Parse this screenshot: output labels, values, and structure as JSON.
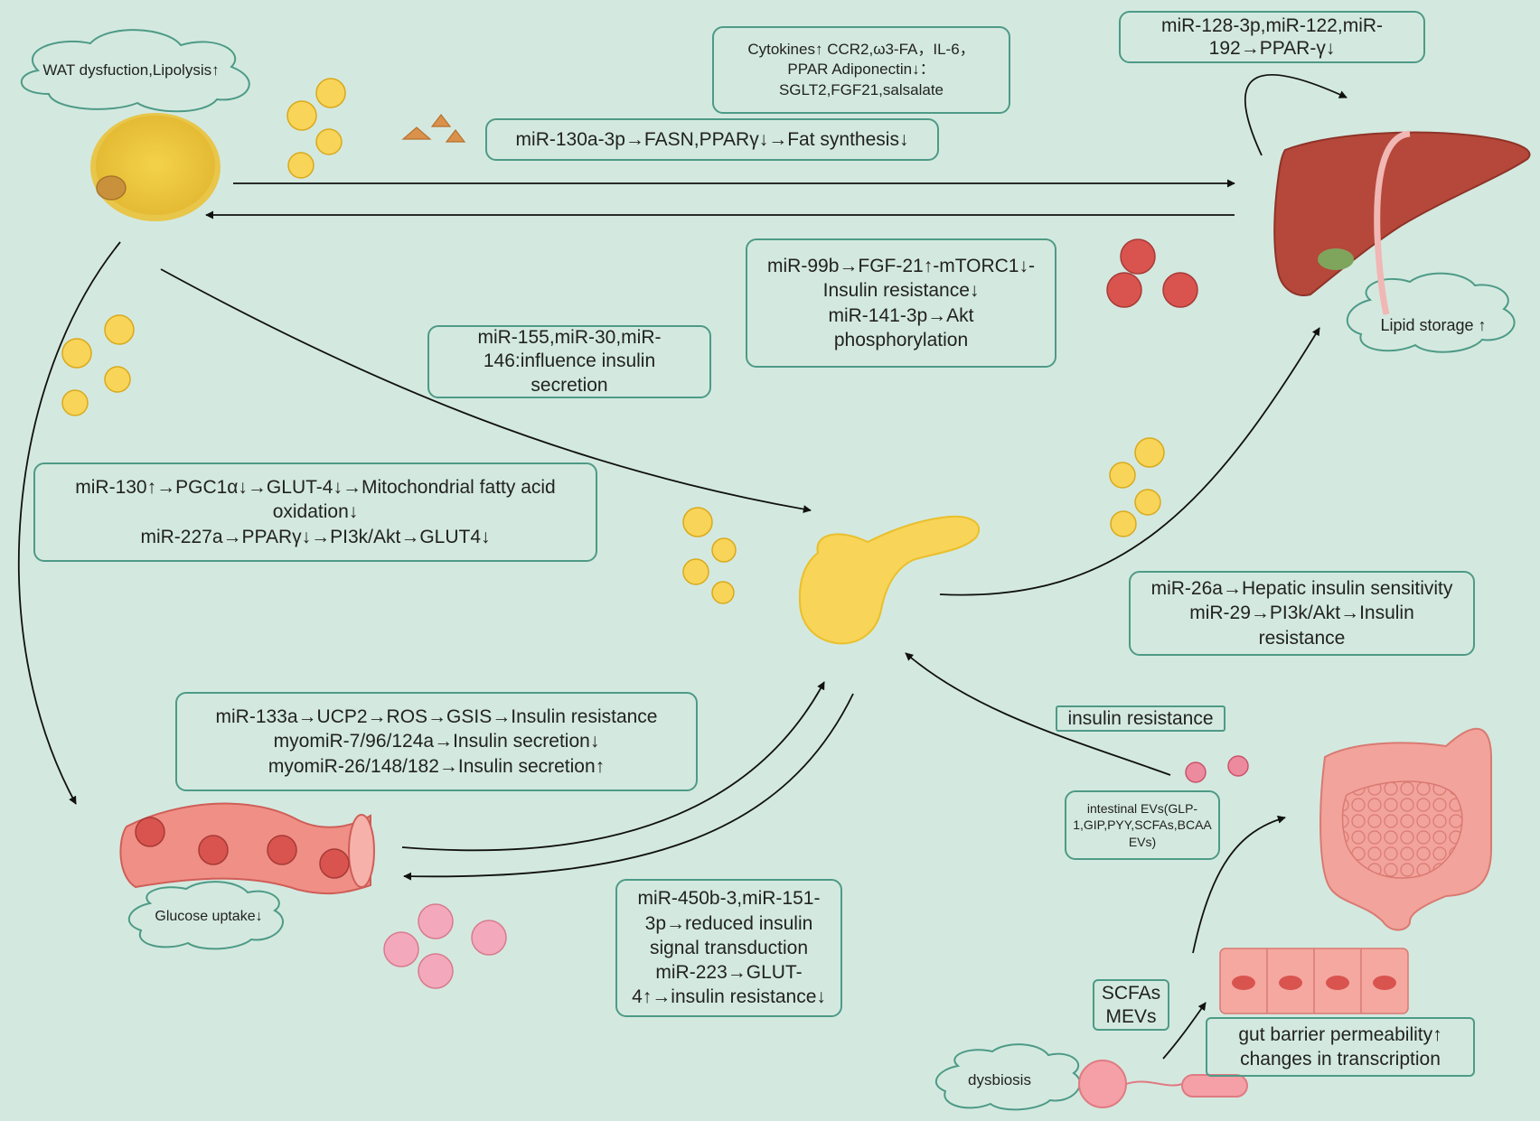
{
  "clouds": {
    "wat": "WAT dysfuction,Lipolysis↑",
    "lipid": "Lipid storage ↑",
    "glucose": "Glucose uptake↓",
    "dysbiosis": "dysbiosis"
  },
  "boxes": {
    "cytokines": [
      "Cytokines↑ CCR2,ω3-FA，IL-6，",
      "PPAR Adiponectin↓：",
      "SGLT2,FGF21,salsalate"
    ],
    "mir128": [
      "miR-128-3p,miR-122,miR-",
      "192→PPAR-γ↓"
    ],
    "mir130a": [
      "miR-130a-3p→FASN,PPARγ↓→Fat synthesis↓"
    ],
    "mir99b": [
      "miR-99b→FGF-21↑-mTORC1↓-",
      "Insulin resistance↓",
      "miR-141-3p→Akt",
      "phosphorylation"
    ],
    "mir155": [
      "miR-155,miR-30,miR-",
      "146:influence insulin",
      "secretion"
    ],
    "mir130": [
      "miR-130↑→PGC1α↓→GLUT-4↓→Mitochondrial fatty acid",
      "oxidation↓",
      "miR-227a→PPARγ↓→PI3k/Akt→GLUT4↓"
    ],
    "mir26a": [
      "miR-26a→Hepatic insulin sensitivity",
      "miR-29→PI3k/Akt→Insulin",
      "resistance"
    ],
    "insulin_resistance": [
      "insulin resistance"
    ],
    "intestinal_evs": [
      "intestinal EVs(GLP-",
      "1,GIP,PYY,SCFAs,BCAA",
      "EVs)"
    ],
    "mir133a": [
      "miR-133a→UCP2→ROS→GSIS→Insulin resistance",
      "myomiR-7/96/124a→Insulin secretion↓",
      "myomiR-26/148/182→Insulin secretion↑"
    ],
    "mir450b": [
      "miR-450b-3,miR-151-",
      "3p→reduced insulin",
      "signal transduction",
      "miR-223→GLUT-",
      "4↑→insulin resistance↓"
    ],
    "scfas": [
      "SCFAs",
      "MEVs"
    ],
    "gut_barrier": [
      "gut barrier permeability↑",
      "changes in transcription"
    ]
  },
  "colors": {
    "background": "#d3e9e0",
    "box_border": "#4e9a86",
    "yellow_vesicle": "#f8d458",
    "red_vesicle": "#d9544f",
    "pink_vesicle": "#f3a9bb",
    "liver": "#b5483a",
    "muscle": "#ef8f86"
  }
}
